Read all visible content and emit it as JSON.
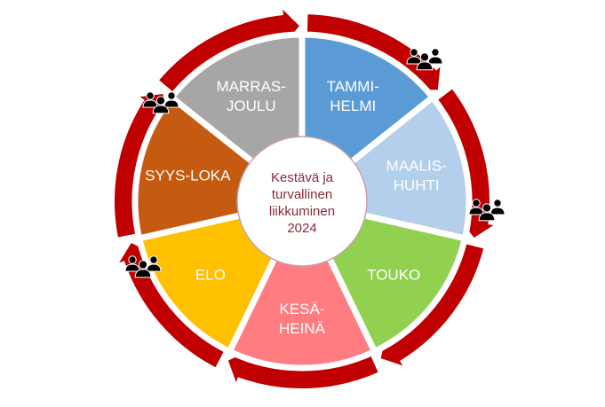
{
  "diagram": {
    "center": {
      "lines": [
        "Kestävä ja",
        "turvallinen",
        "liikkuminen",
        "2024"
      ]
    },
    "segments": [
      {
        "id": "tammi-helmi",
        "lines": [
          "TAMMI-",
          "HELMI"
        ],
        "color": "#5b9bd5"
      },
      {
        "id": "maalis-huhti",
        "lines": [
          "MAALIS-",
          "HUHTI"
        ],
        "color": "#b4cfec"
      },
      {
        "id": "touko",
        "lines": [
          "TOUKO"
        ],
        "color": "#92d050"
      },
      {
        "id": "kesa-heina",
        "lines": [
          "KESÄ-",
          "HEINÄ"
        ],
        "color": "#ff7c80"
      },
      {
        "id": "elo",
        "lines": [
          "ELO"
        ],
        "color": "#ffc000"
      },
      {
        "id": "syys-loka",
        "lines": [
          "SYYS-LOKA"
        ],
        "color": "#c55a11"
      },
      {
        "id": "marras-joulu",
        "lines": [
          "MARRAS-",
          "JOULU"
        ],
        "color": "#a6a6a6"
      }
    ],
    "colors": {
      "arrow": "#c00000",
      "arrow_outline": "#ffffff",
      "center_fill": "#ffffff",
      "center_border": "#c9a1a9",
      "center_text": "#8a2a3c",
      "icon": "#000000"
    },
    "people_icons": [
      "group-of-people-icon",
      "group-of-people-icon",
      "group-of-people-icon",
      "group-of-people-icon"
    ]
  }
}
